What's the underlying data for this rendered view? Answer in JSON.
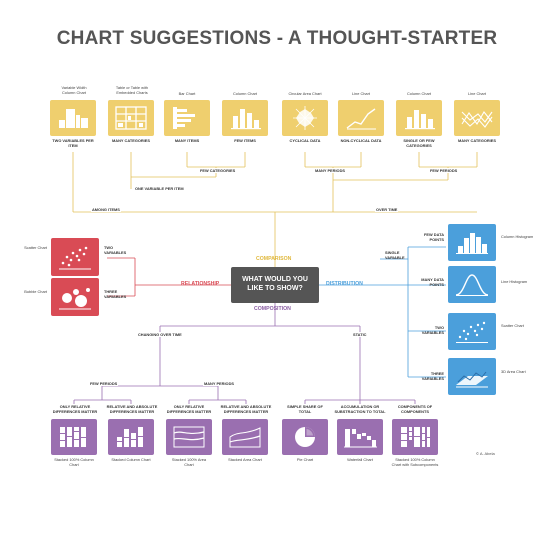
{
  "title": "CHART SUGGESTIONS - A THOUGHT-STARTER",
  "center": {
    "line1": "WHAT WOULD YOU",
    "line2": "LIKE TO SHOW?"
  },
  "categories": {
    "comparison": "COMPARISON",
    "relationship": "RELATIONSHIP",
    "distribution": "DISTRIBUTION",
    "composition": "COMPOSITION"
  },
  "colors": {
    "comparison": "#efcf6e",
    "relationship": "#d94b55",
    "distribution": "#4b9fdb",
    "composition": "#9a6fb0",
    "center": "#555555",
    "label_comparison": "#e0b83c",
    "label_relationship": "#d94b55",
    "label_distribution": "#4b9fdb",
    "label_composition": "#8a5da2"
  },
  "comparison": {
    "tiles": [
      {
        "caption": "Variable Width Column Chart",
        "condition": "TWO VARIABLES PER ITEM",
        "icon": "variable-width-column-icon"
      },
      {
        "caption": "Table or Table with Embedded Charts",
        "condition": "MANY CATEGORIES",
        "icon": "table-icon"
      },
      {
        "caption": "Bar Chart",
        "condition": "MANY ITEMS",
        "icon": "bar-chart-icon"
      },
      {
        "caption": "Column Chart",
        "condition": "FEW ITEMS",
        "icon": "column-chart-icon"
      },
      {
        "caption": "Circular Area Chart",
        "condition": "CYCLICAL DATA",
        "icon": "circular-area-icon"
      },
      {
        "caption": "Line Chart",
        "condition": "NON-CYCLICAL DATA",
        "icon": "line-chart-icon"
      },
      {
        "caption": "Column Chart",
        "condition": "SINGLE OR FEW CATEGORIES",
        "icon": "column-chart-icon"
      },
      {
        "caption": "Line Chart",
        "condition": "MANY CATEGORIES",
        "icon": "multi-line-icon"
      }
    ],
    "branches": {
      "few_categories": "FEW CATEGORIES",
      "one_variable": "ONE VARIABLE PER ITEM",
      "many_periods": "MANY PERIODS",
      "few_periods": "FEW PERIODS",
      "among_items": "AMONG ITEMS",
      "over_time": "OVER TIME"
    }
  },
  "relationship": {
    "tiles": [
      {
        "caption": "Scatter Chart",
        "condition": "TWO VARIABLES",
        "icon": "scatter-icon"
      },
      {
        "caption": "Bubble Chart",
        "condition": "THREE VARIABLES",
        "icon": "bubble-icon"
      }
    ]
  },
  "distribution": {
    "single_variable": "SINGLE VARIABLE",
    "tiles": [
      {
        "caption": "Column Histogram",
        "condition": "FEW DATA POINTS",
        "icon": "histogram-icon"
      },
      {
        "caption": "Line Histogram",
        "condition": "MANY DATA POINTS",
        "icon": "line-histogram-icon"
      },
      {
        "caption": "Scatter Chart",
        "condition": "TWO VARIABLES",
        "icon": "scatter-icon"
      },
      {
        "caption": "3D Area Chart",
        "condition": "THREE VARIABLES",
        "icon": "area-3d-icon"
      }
    ]
  },
  "composition": {
    "branches": {
      "changing_over_time": "CHANGING OVER TIME",
      "static": "STATIC",
      "few_periods": "FEW PERIODS",
      "many_periods": "MANY PERIODS"
    },
    "tiles": [
      {
        "caption": "Stacked 100% Column Chart",
        "condition": "ONLY RELATIVE DIFFERENCES MATTER",
        "icon": "stacked-100-column-icon"
      },
      {
        "caption": "Stacked Column Chart",
        "condition": "RELATIVE AND ABSOLUTE DIFFERENCES MATTER",
        "icon": "stacked-column-icon"
      },
      {
        "caption": "Stacked 100% Area Chart",
        "condition": "ONLY RELATIVE DIFFERENCES MATTER",
        "icon": "stacked-100-area-icon"
      },
      {
        "caption": "Stacked Area Chart",
        "condition": "RELATIVE AND ABSOLUTE DIFFERENCES MATTER",
        "icon": "stacked-area-icon"
      },
      {
        "caption": "Pie Chart",
        "condition": "SIMPLE SHARE OF TOTAL",
        "icon": "pie-icon"
      },
      {
        "caption": "Waterfall Chart",
        "condition": "ACCUMULATION OR SUBSTRACTION TO TOTAL",
        "icon": "waterfall-icon"
      },
      {
        "caption": "Stacked 100% Column Chart with Subcomponents",
        "condition": "COMPONENTS OF COMPONENTS",
        "icon": "stacked-subcomponents-icon"
      }
    ]
  },
  "credit": "© A. Abela"
}
